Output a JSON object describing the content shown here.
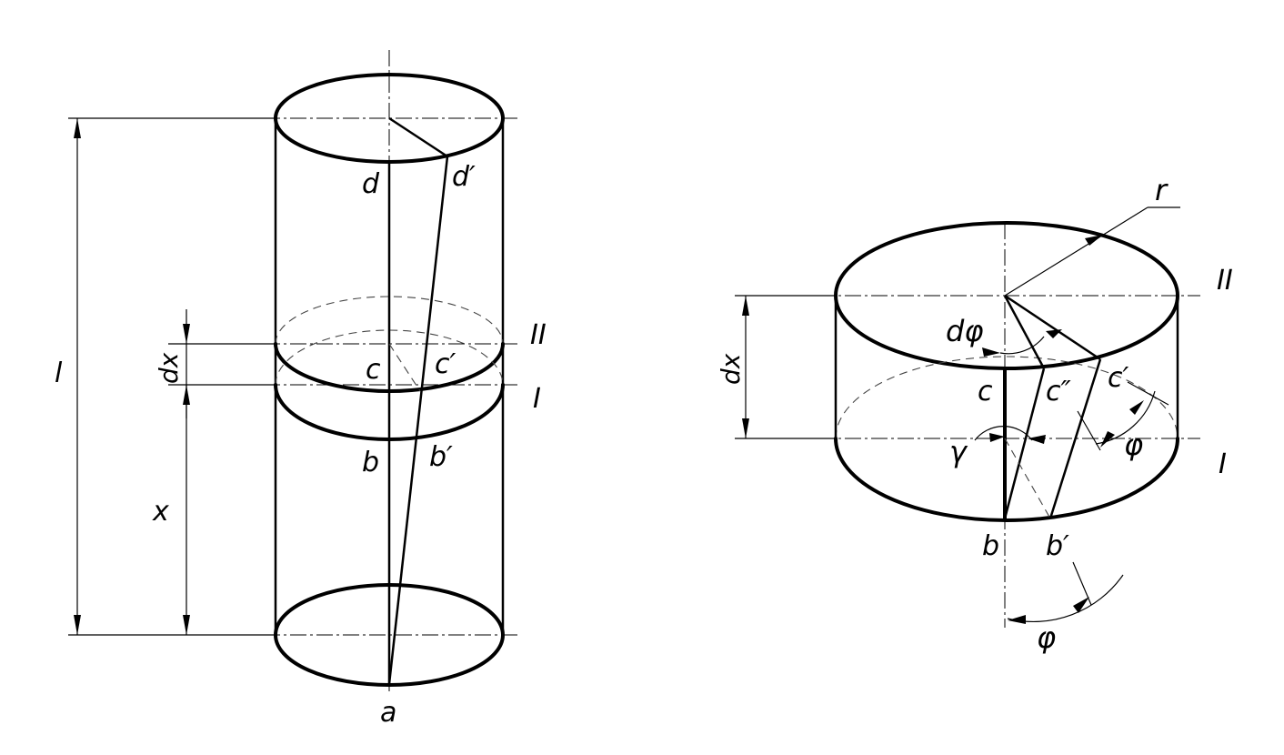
{
  "colors": {
    "ink": "#000000",
    "paper": "#ffffff"
  },
  "left_figure": {
    "labels": {
      "a": "a",
      "b": "b",
      "b_prime": "b′",
      "c": "c",
      "c_prime": "c′",
      "d": "d",
      "d_prime": "d′",
      "length": "l",
      "dx": "dx",
      "x": "x",
      "section_I": "I",
      "section_II": "II"
    }
  },
  "right_figure": {
    "labels": {
      "r": "r",
      "section_II": "II",
      "section_I": "I",
      "dx": "dx",
      "d_phi": "dφ",
      "c": "c",
      "c_double_prime": "c″",
      "c_prime": "c′",
      "gamma": "γ",
      "phi_side": "φ",
      "b": "b",
      "b_prime": "b′",
      "phi_bottom": "φ"
    }
  }
}
